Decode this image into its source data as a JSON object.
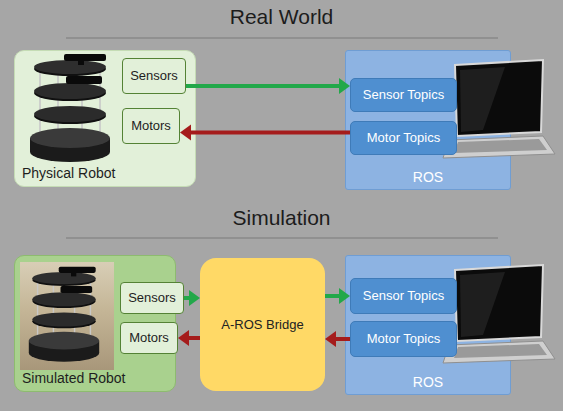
{
  "diagram": {
    "nodes": [
      {
        "text": [
          "Physical Robot"
        ]
      },
      {
        "text": [
          "Sensors"
        ],
        "in": 0
      },
      {
        "text": [
          "Motors"
        ],
        "in": 0
      },
      {
        "text": [
          "ROS"
        ]
      },
      {
        "text": [
          "Sensor Topics"
        ],
        "in": 3
      },
      {
        "text": [
          "Motor Topics"
        ],
        "in": 3
      },
      {
        "text": [
          "Simulated Robot"
        ]
      },
      {
        "text": [
          "Sensors"
        ],
        "in": 6
      },
      {
        "text": [
          "Motors"
        ],
        "in": 6
      },
      {
        "text": [
          "A-ROS Bridge"
        ]
      },
      {
        "text": [
          "ROS"
        ]
      },
      {
        "text": [
          "Sensor Topics"
        ],
        "in": 10
      },
      {
        "text": [
          "Motor Topics"
        ],
        "in": 10
      }
    ],
    "edges": [
      {
        "from": 1,
        "to": 4,
        "arrow": "to"
      },
      {
        "from": 5,
        "to": 2,
        "arrow": "to"
      },
      {
        "from": 7,
        "to": 9,
        "arrow": "to"
      },
      {
        "from": 9,
        "to": 11,
        "arrow": "to"
      },
      {
        "from": 12,
        "to": 9,
        "arrow": "to"
      },
      {
        "from": 9,
        "to": 8,
        "arrow": "to"
      }
    ],
    "labels": [
      "Real World",
      "Simulation"
    ]
  }
}
